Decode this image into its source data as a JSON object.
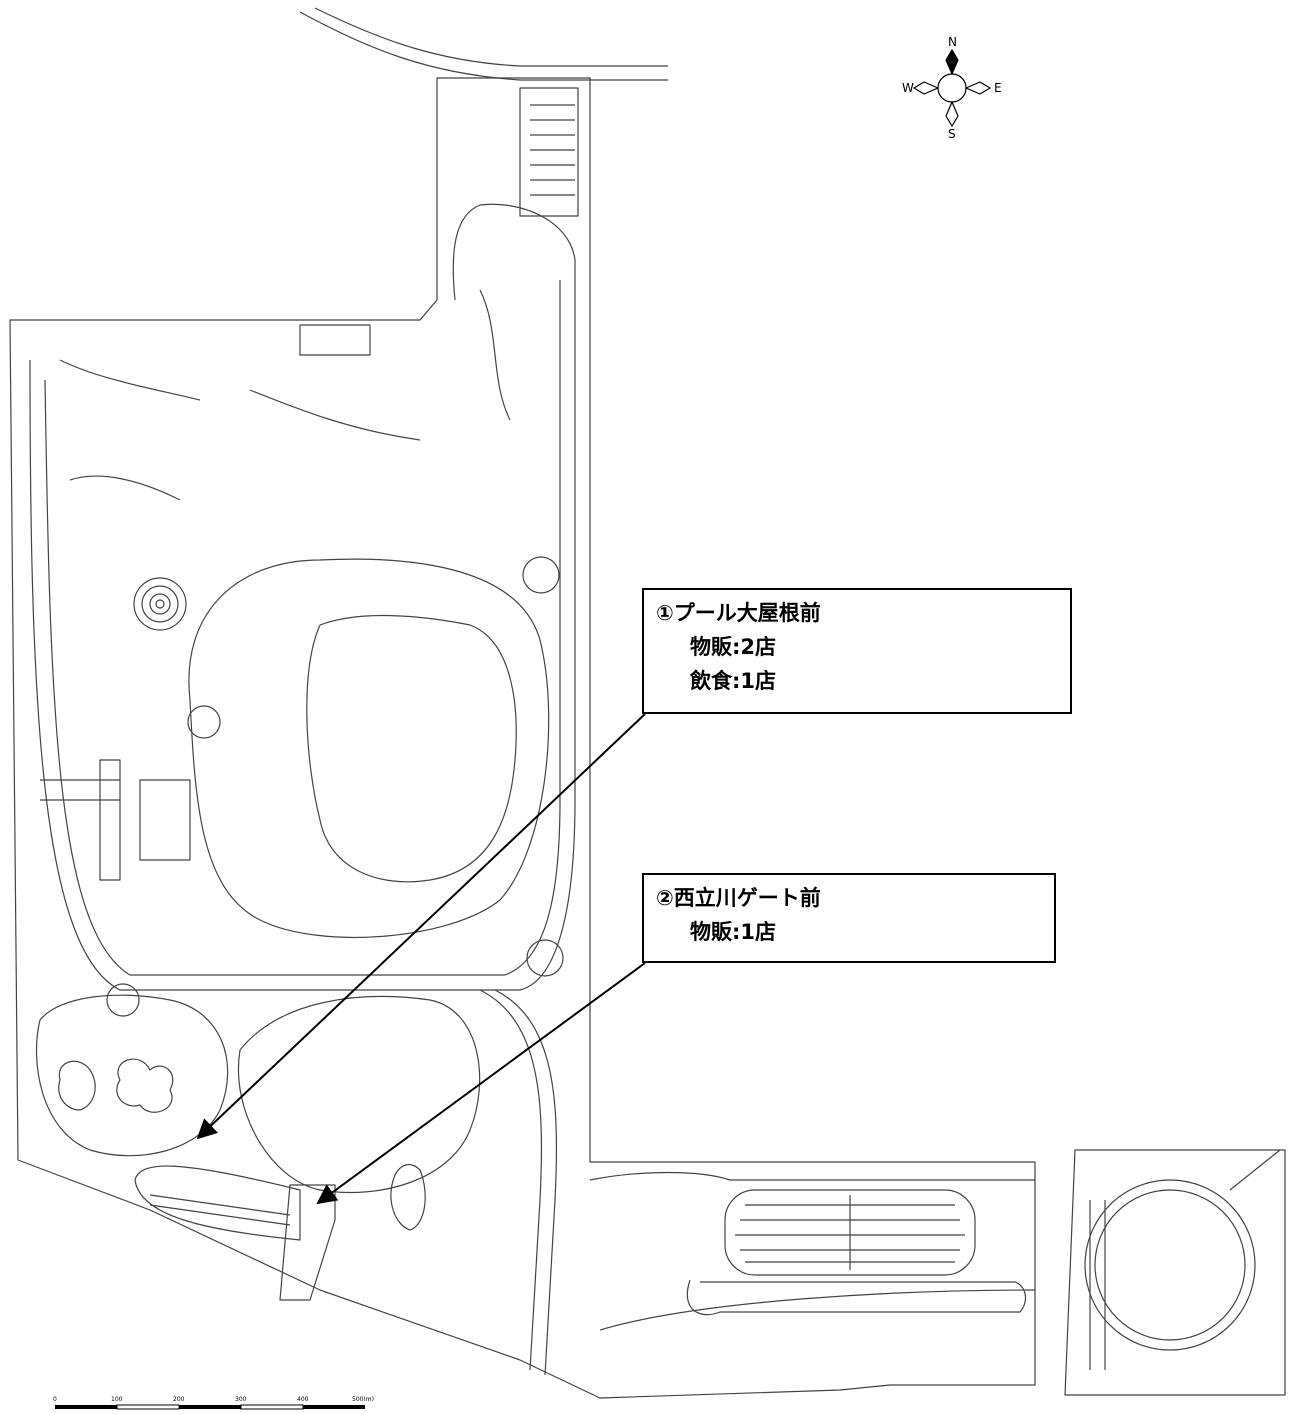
{
  "compass": {
    "north": "N",
    "south": "S",
    "east": "E",
    "west": "W"
  },
  "callouts": [
    {
      "lines": [
        "①プール大屋根前",
        "物販:2店",
        "飲食:1店"
      ]
    },
    {
      "lines": [
        "②西立川ゲート前",
        "物販:1店"
      ]
    }
  ],
  "scale_bar": {
    "ticks": [
      "0",
      "100",
      "200",
      "300",
      "400",
      "500(m)"
    ]
  }
}
